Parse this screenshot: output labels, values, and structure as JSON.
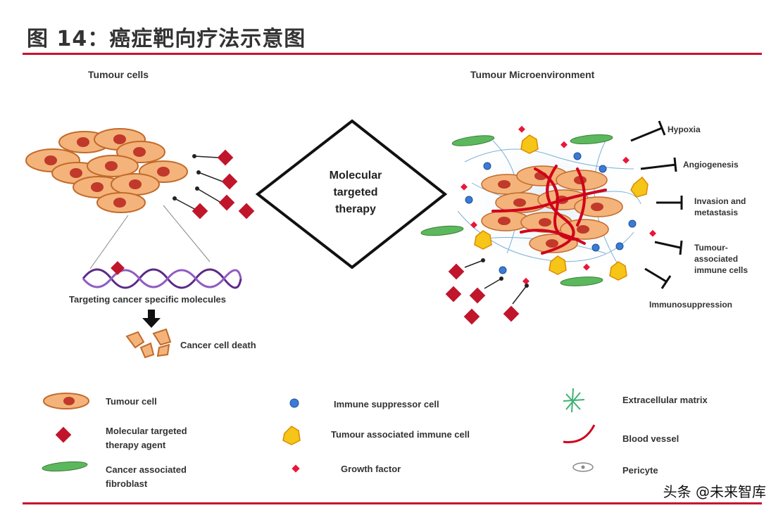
{
  "title": "图 14：癌症靶向疗法示意图",
  "left_section": {
    "heading": "Tumour cells",
    "dna_caption": "Targeting cancer specific molecules",
    "result": "Cancer cell death"
  },
  "right_section": {
    "heading": "Tumour Microenvironment",
    "inhibited": [
      "Hypoxia",
      "Angiogenesis",
      "Invasion and metastasis",
      "Tumour-associated immune cells",
      "Immunosuppression"
    ]
  },
  "center": {
    "line1": "Molecular",
    "line2": "targeted",
    "line3": "therapy"
  },
  "legend": {
    "tumour_cell": "Tumour cell",
    "molecular_agent_line1": "Molecular targeted",
    "molecular_agent_line2": "therapy agent",
    "caf_line1": "Cancer associated",
    "caf_line2": "fibroblast",
    "immune_suppressor": "Immune suppressor cell",
    "tumour_immune": "Tumour associated immune cell",
    "growth_factor": "Growth factor",
    "ecm": "Extracellular matrix",
    "blood_vessel": "Blood vessel",
    "pericyte": "Pericyte"
  },
  "colors": {
    "accent_rule": "#c8102e",
    "cell_fill": "#f4b37a",
    "cell_nucleus": "#c0392b",
    "agent": "#c0152b",
    "fibroblast": "#5cb85c",
    "immune_yellow": "#f5c518",
    "immune_blue": "#3a7bd5"
  },
  "watermark": "头条 @未来智库"
}
